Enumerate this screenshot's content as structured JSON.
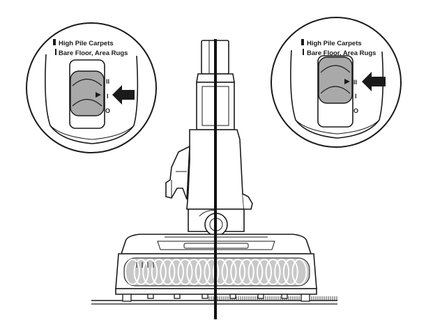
{
  "left_callout": {
    "label_high": "High Pile Carpets",
    "label_bare": "Bare Floor, Area Rugs",
    "pos_high": "II",
    "pos_bare": "I",
    "pos_off": "O"
  },
  "right_callout": {
    "label_high": "High Pile Carpets",
    "label_bare": "Bare Floor, Area Rugs",
    "pos_high": "II",
    "pos_bare": "I",
    "pos_off": "O"
  },
  "colors": {
    "ink": "#1a1a1a",
    "switch_fill": "#a9a9a9",
    "brush_fill": "#c8c8c8"
  }
}
